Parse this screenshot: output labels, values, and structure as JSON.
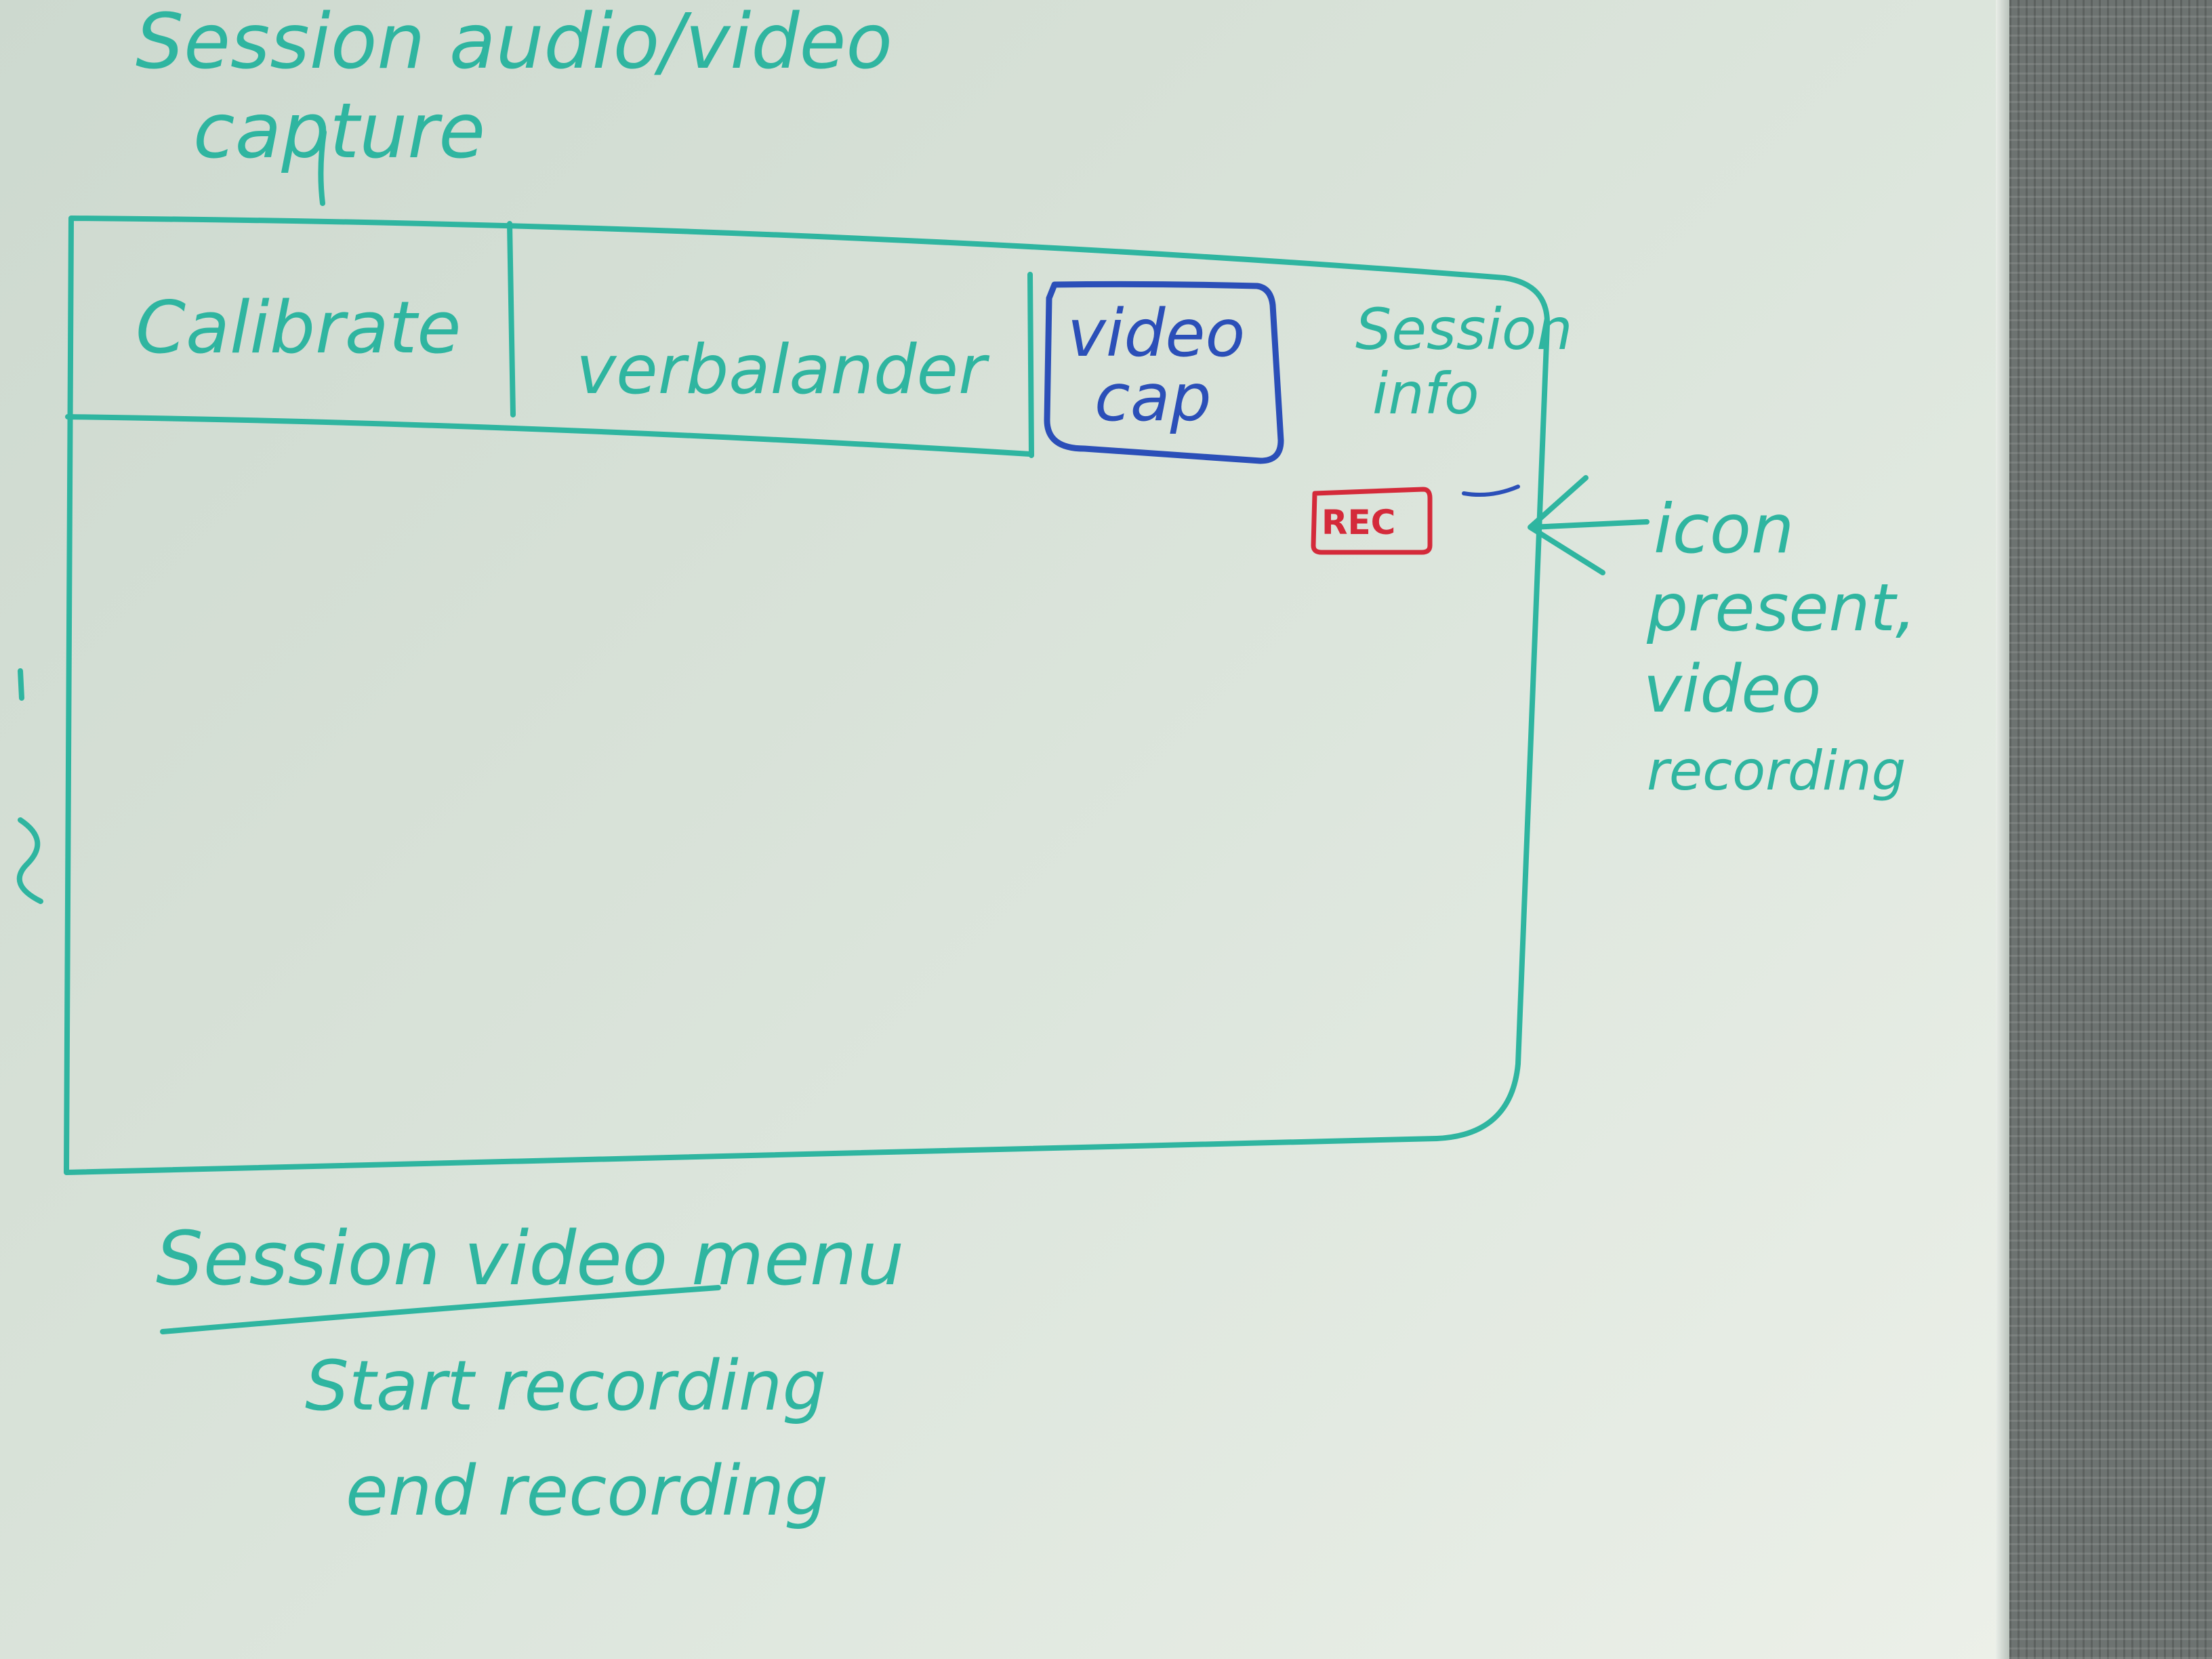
{
  "heading": {
    "line1": "Session audio/video",
    "line2": "capture"
  },
  "tabs": [
    {
      "label": "Calibrate"
    },
    {
      "label": "verbalander"
    },
    {
      "label_line1": "video",
      "label_line2": "cap",
      "selected": true
    },
    {
      "label_line1": "Session",
      "label_line2": "info"
    }
  ],
  "recording_icon": {
    "text": "REC"
  },
  "annotation": {
    "line1": "icon",
    "line2": "present,",
    "line3": "video",
    "line4": "recording"
  },
  "menu": {
    "title": "Session video menu",
    "items": [
      "Start recording",
      "end recording"
    ]
  },
  "colors": {
    "teal_marker": "#2fb5a0",
    "blue_marker": "#2b4fb8",
    "red_marker": "#d42a3a"
  }
}
